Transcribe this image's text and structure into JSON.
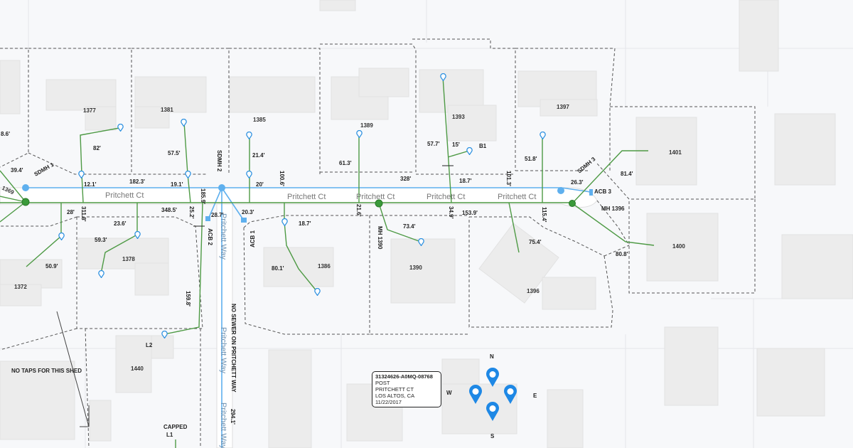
{
  "colors": {
    "sewer_main": "#4e9a45",
    "storm_line": "#5fb0ee",
    "parcel": "#555555",
    "building": "#ececec",
    "background": "#f7f8fa"
  },
  "streets": {
    "court": [
      "Pritchett Ct",
      "Pritchett Ct",
      "Pritchett Ct",
      "Pritchett Ct",
      "Pritchett Ct"
    ],
    "way": [
      "Pritchett Way",
      "Pritchett Way",
      "Pritchett Way"
    ]
  },
  "lots": [
    "1377",
    "1381",
    "1385",
    "1389",
    "1393",
    "1397",
    "1401",
    "1400",
    "1396",
    "1390",
    "1386",
    "1378",
    "1372",
    "1440",
    "1369"
  ],
  "measurements": [
    "8.6'",
    "39.4'",
    "82'",
    "57.5'",
    "21.4'",
    "61.3'",
    "57.7'",
    "15'",
    "51.8'",
    "81.4'",
    "12.1'",
    "182.3'",
    "19.1'",
    "20'",
    "328'",
    "18.7'",
    "26.3'",
    "311.8'",
    "28'",
    "348.5'",
    "25.2'",
    "185.9'",
    "28.7'",
    "20.3'",
    "100.6'",
    "21.6'",
    "34.9'",
    "153.9'",
    "101.3'",
    "115.4'",
    "23.6'",
    "59.3'",
    "50.9'",
    "18.7'",
    "73.4'",
    "80.1'",
    "75.4'",
    "80.8'",
    "159.8'",
    "294.1'"
  ],
  "structures": [
    "SDMH 1",
    "SDMH 2",
    "SDMH 3",
    "ACB 1",
    "ACB 2",
    "ACB 3",
    "MH 1396",
    "MH 1390",
    "B1",
    "L2",
    "CAPPED",
    "L1"
  ],
  "notes": [
    "NO TAPS FOR THIS SHED",
    "NO SEWER ON PRITCHETT WAY"
  ],
  "compass": {
    "n": "N",
    "s": "S",
    "e": "E",
    "w": "W"
  },
  "info_box": {
    "id": "31324626-A0MQ-08768",
    "line1": "POST",
    "line2": "PRITCHETT CT",
    "line3": "LOS ALTOS, CA",
    "date": "11/22/2017"
  }
}
